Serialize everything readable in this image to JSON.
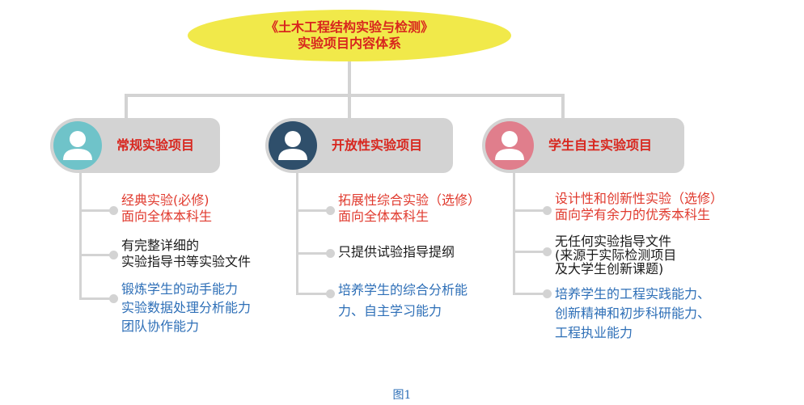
{
  "root": {
    "line1": "《土木工程结构实验与检测》",
    "line2": "实验项目内容体系"
  },
  "categories": [
    {
      "label": "常规实验项目",
      "circle_color": "#6fc3c9",
      "items": [
        {
          "lines": [
            "经典实验(必修)",
            "面向全体本科生"
          ],
          "color": "red"
        },
        {
          "lines": [
            "有完整详细的",
            "实验指导书等实验文件"
          ],
          "color": "black"
        },
        {
          "lines": [
            "锻炼学生的动手能力",
            "实验数据处理分析能力",
            "团队协作能力"
          ],
          "color": "blue"
        }
      ]
    },
    {
      "label": "开放性实验项目",
      "circle_color": "#2f4f6b",
      "items": [
        {
          "lines": [
            "拓展性综合实验（选修）",
            "面向全体本科生"
          ],
          "color": "red"
        },
        {
          "lines": [
            "只提供试验指导提纲"
          ],
          "color": "black"
        },
        {
          "lines": [
            "培养学生的综合分析能",
            "力、自主学习能力"
          ],
          "color": "blue"
        }
      ]
    },
    {
      "label": "学生自主实验项目",
      "circle_color": "#e07e8c",
      "items": [
        {
          "lines": [
            "设计性和创新性实验（选修）",
            "面向学有余力的优秀本科生"
          ],
          "color": "red"
        },
        {
          "lines": [
            "无任何实验指导文件",
            "(来源于实际检测项目",
            "及大学生创新课题)"
          ],
          "color": "black"
        },
        {
          "lines": [
            "培养学生的工程实践能力、",
            "创新精神和初步科研能力、",
            "工程执业能力"
          ],
          "color": "blue"
        }
      ]
    }
  ],
  "caption": "图1",
  "colors": {
    "root_fill": "#f1e94a",
    "title_red": "#d8261e",
    "connector_gray": "#d3d3d3",
    "text_blue": "#2e6fb7"
  }
}
